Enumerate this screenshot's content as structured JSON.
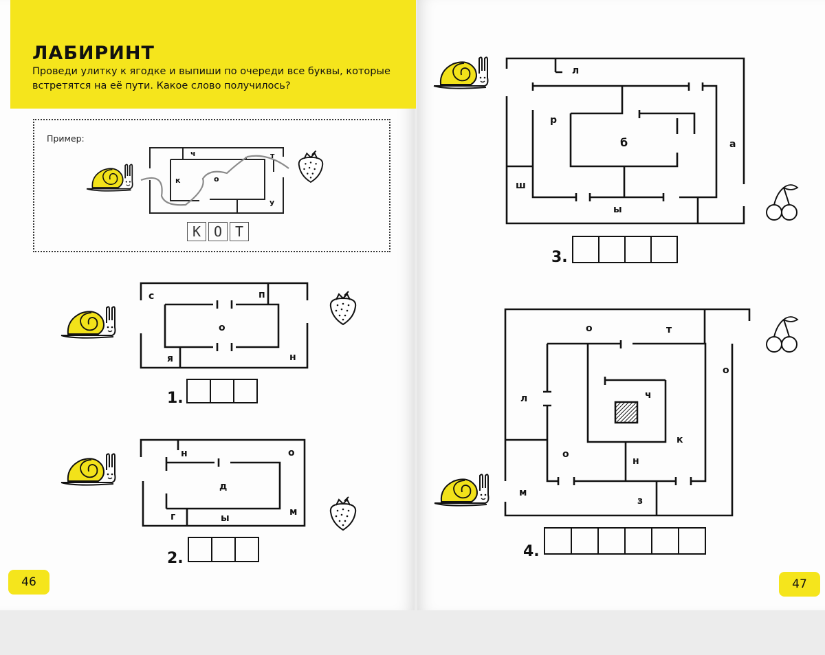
{
  "title": "ЛАБИРИНТ",
  "instruction": "Проведи улитку к ягодке и выпиши по очереди все буквы, которые встретятся на её пути. Какое слово получилось?",
  "example": {
    "label": "Пример:",
    "maze_letters": [
      "к",
      "ч",
      "о",
      "т",
      "у"
    ],
    "answer": [
      "К",
      "О",
      "Т"
    ]
  },
  "mazes": [
    {
      "number": "1.",
      "letters": [
        "с",
        "п",
        "о",
        "я",
        "н"
      ],
      "boxes": 3
    },
    {
      "number": "2.",
      "letters": [
        "н",
        "о",
        "д",
        "г",
        "ы",
        "м"
      ],
      "boxes": 3
    },
    {
      "number": "3.",
      "letters": [
        "л",
        "р",
        "б",
        "а",
        "ш",
        "ы"
      ],
      "boxes": 4
    },
    {
      "number": "4.",
      "letters": [
        "о",
        "т",
        "о",
        "ч",
        "л",
        "к",
        "о",
        "н",
        "м",
        "з"
      ],
      "boxes": 6
    }
  ],
  "page_numbers": {
    "left": "46",
    "right": "47"
  },
  "icons": {
    "snail": "snail-icon",
    "strawberry": "strawberry-icon",
    "cherry": "cherry-icon"
  },
  "colors": {
    "accent": "#f5e51c",
    "ink": "#111111",
    "page": "#fdfdfd"
  }
}
